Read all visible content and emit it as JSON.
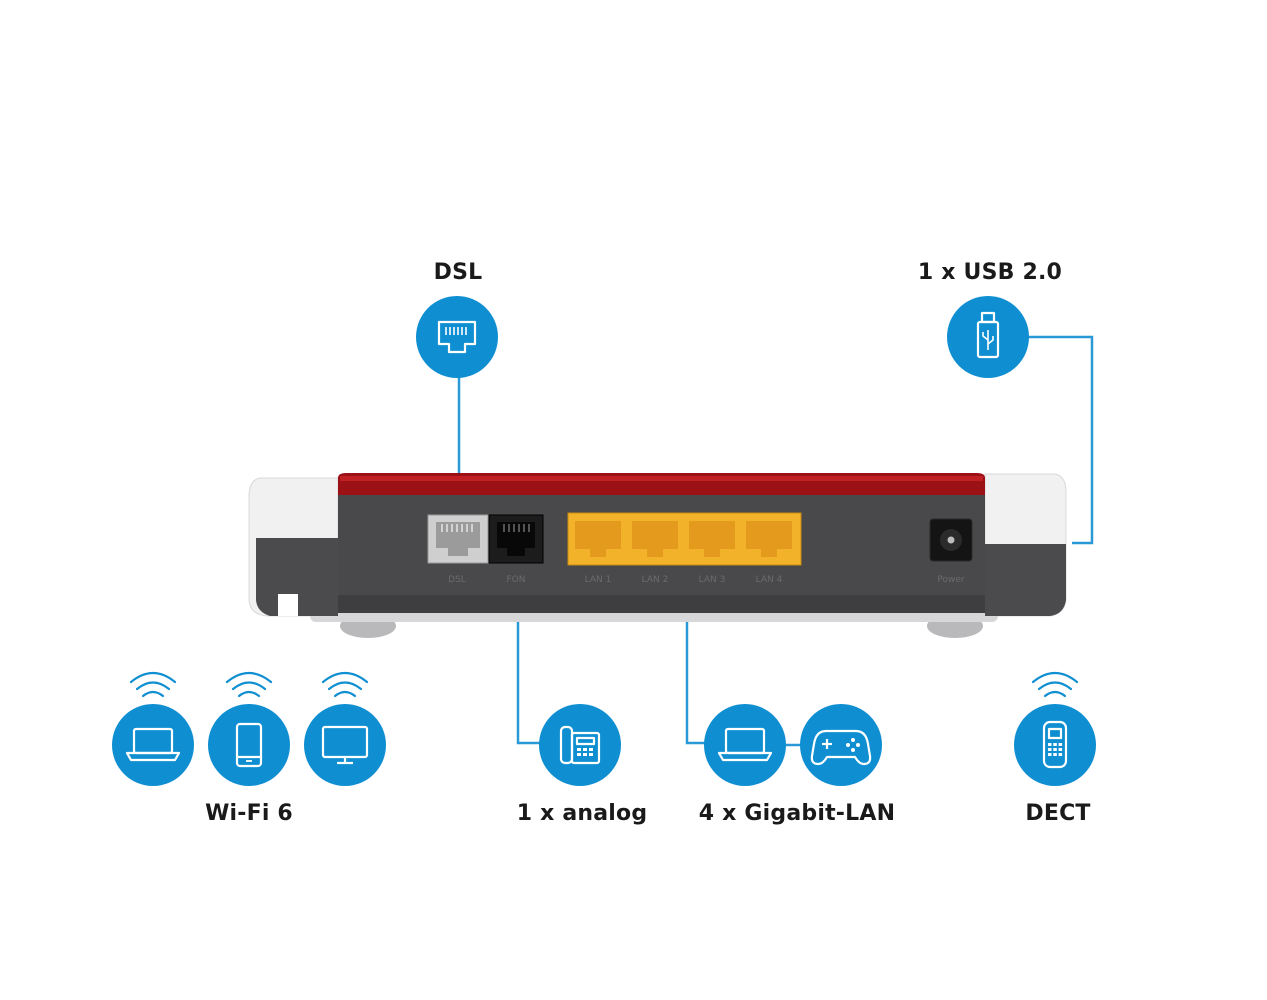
{
  "labels": {
    "dsl": "DSL",
    "usb": "1 x USB 2.0",
    "wifi": "Wi-Fi 6",
    "analog": "1 x analog",
    "lan": "4 x Gigabit-LAN",
    "dect": "DECT"
  },
  "ports": {
    "dsl": "DSL",
    "fon": "FON",
    "lan1": "LAN 1",
    "lan2": "LAN 2",
    "lan3": "LAN 3",
    "lan4": "LAN 4",
    "power": "Power"
  },
  "colors": {
    "accent_blue": "#0f8fd1",
    "line_blue": "#2a9ad6",
    "router_red": "#9c1116",
    "router_body": "#4a4a4c",
    "lan_yellow": "#f2b32a"
  },
  "icons": [
    "ethernet-port-icon",
    "usb-stick-icon",
    "laptop-icon",
    "smartphone-icon",
    "monitor-icon",
    "desk-phone-icon",
    "gamepad-icon",
    "dect-handset-icon",
    "wifi-signal-icon"
  ]
}
